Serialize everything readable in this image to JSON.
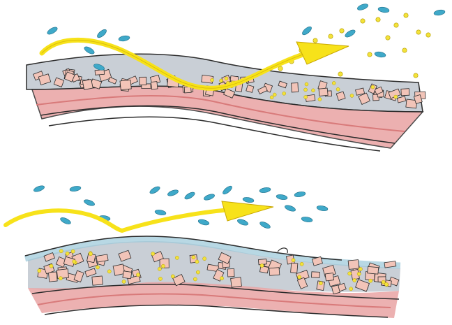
{
  "figure": {
    "panels": [
      {
        "name": "panel-top",
        "state": "moisture and particles carried away",
        "arrow_color": "#f7e21a",
        "droplet_color": "#3fa9c9",
        "particle_color": "#f3e23a"
      },
      {
        "name": "panel-bottom",
        "state": "protective film layer, only moisture deflected",
        "arrow_color": "#f7e21a",
        "droplet_color": "#3fa9c9",
        "particle_color": "#f3e23a"
      }
    ],
    "colors": {
      "skin": "#e9a3a3",
      "skin_dark": "#d87a7a",
      "layer_bg": "#c9cfd6",
      "film": "#9ac7d8",
      "cell": "#f2c4b8",
      "outline": "#2b2b2b"
    }
  }
}
